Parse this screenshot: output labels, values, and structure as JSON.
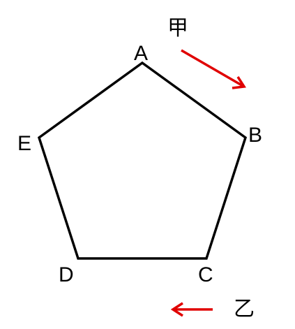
{
  "vertices": {
    "A": "A",
    "B": "B",
    "C": "C",
    "D": "D",
    "E": "E"
  },
  "walkers": {
    "jia": "甲",
    "yi": "乙"
  },
  "colors": {
    "outline": "#000000",
    "arrow": "#e00000"
  }
}
